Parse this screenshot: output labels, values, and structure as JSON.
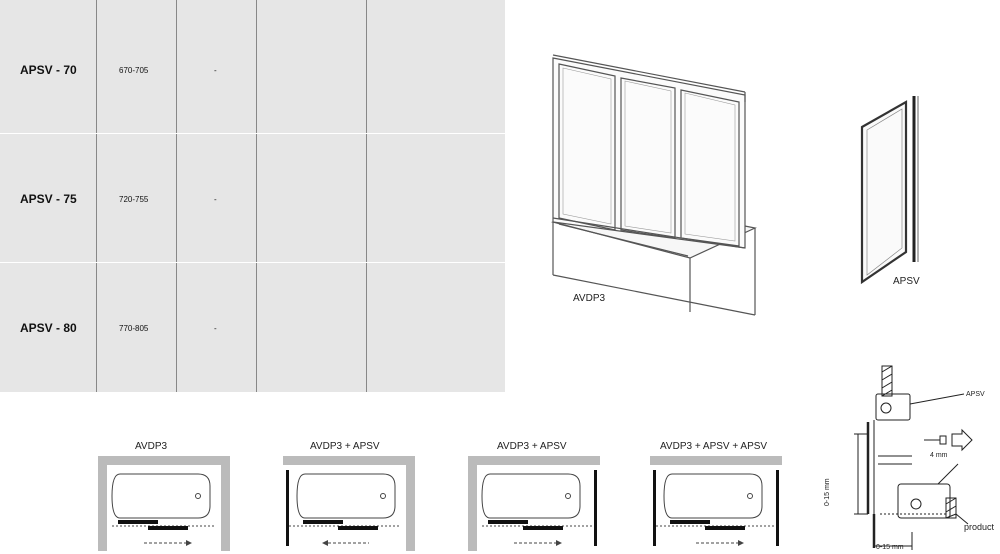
{
  "table": {
    "rows": [
      {
        "model": "APSV - 70",
        "size": "670-705",
        "dash": "-"
      },
      {
        "model": "APSV - 75",
        "size": "720-755",
        "dash": "-"
      },
      {
        "model": "APSV - 80",
        "size": "770-805",
        "dash": "-"
      }
    ]
  },
  "drawings": {
    "avdp3_label": "AVDP3",
    "apsv_label": "APSV"
  },
  "plans": [
    {
      "title": "AVDP3"
    },
    {
      "title": "AVDP3 + APSV"
    },
    {
      "title": "AVDP3 + APSV"
    },
    {
      "title": "AVDP3 + APSV + APSV"
    }
  ],
  "detail": {
    "apsv_label": "APSV",
    "gap_label": "4 mm",
    "range_label": "0-15 mm",
    "range_label_bottom": "0-15 mm",
    "product_label": "product"
  }
}
